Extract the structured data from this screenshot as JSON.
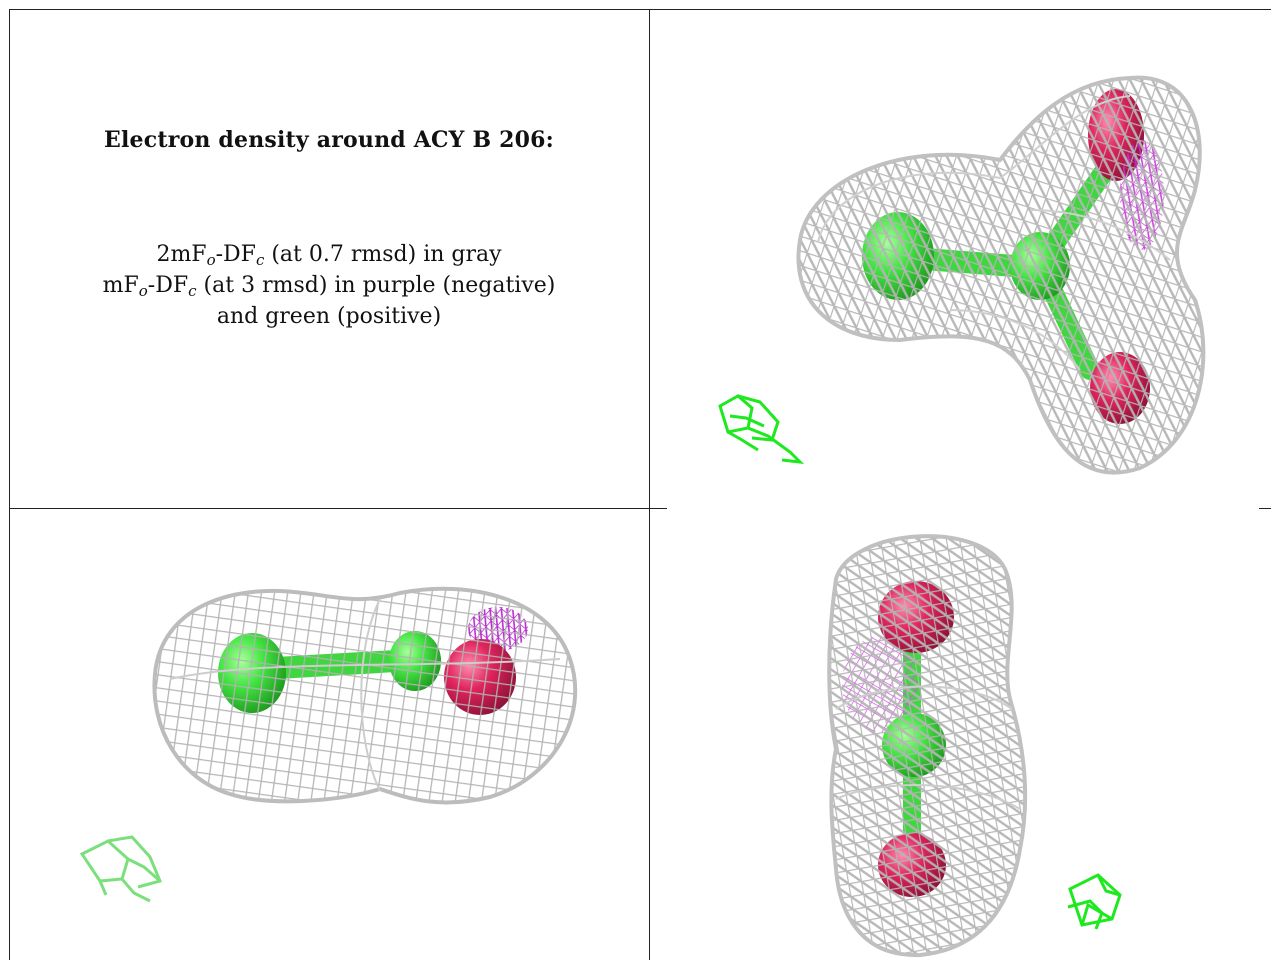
{
  "caption": {
    "title": "Electron density around ACY B 206:",
    "line1": {
      "pre": "2mF",
      "sub1": "o",
      "mid": "-DF",
      "sub2": "c",
      "post": " (at 0.7 rmsd) in gray"
    },
    "line2": {
      "pre": "mF",
      "sub1": "o",
      "mid": "-DF",
      "sub2": "c",
      "post": " (at 3 rmsd) in purple (negative)"
    },
    "line3": "and green (positive)"
  },
  "colors": {
    "mesh_gray": "#b9b9b9",
    "mesh_purple": "#c531d8",
    "mesh_green": "#1ee81e",
    "mesh_green_light": "#7be07b",
    "atom_carbon": "#44e544",
    "atom_oxygen": "#e0245e",
    "frame": "#222222"
  },
  "panels": [
    {
      "view": "top-right",
      "content": "mesh-render"
    },
    {
      "view": "bottom-left",
      "content": "mesh-render"
    },
    {
      "view": "bottom-right",
      "content": "mesh-render"
    }
  ]
}
